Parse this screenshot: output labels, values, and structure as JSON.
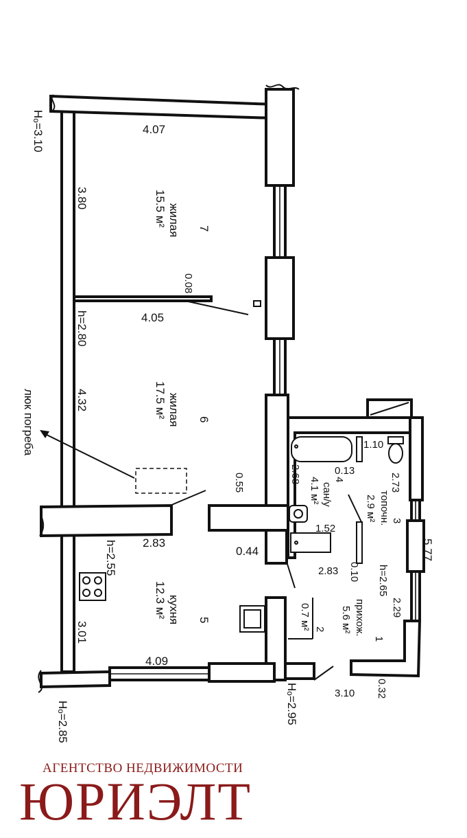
{
  "plan": {
    "rooms": [
      {
        "number": "7",
        "name": "жилая",
        "area": "15.5 м²"
      },
      {
        "number": "6",
        "name": "жилая",
        "area": "17.5 м²"
      },
      {
        "number": "5",
        "name": "кухня",
        "area": "12.3 м²"
      },
      {
        "number": "4",
        "name": "сан/у",
        "area": "4.1 м²"
      },
      {
        "number": "3",
        "name": "топочн.",
        "area": "2.9 м²"
      },
      {
        "number": "2",
        "name": "",
        "area": "0.7 м²"
      },
      {
        "number": "1",
        "name": "прихож.",
        "area": "5.6 м²"
      }
    ],
    "dimensions": {
      "d_407": "4.07",
      "d_380": "3.80",
      "d_008": "0.08",
      "d_405": "4.05",
      "d_432": "4.32",
      "d_055": "0.55",
      "d_283_kitchen": "2.83",
      "d_044": "0.44",
      "d_301": "3.01",
      "d_409": "4.09",
      "d_110": "1.10",
      "d_013": "0.13",
      "d_268": "2.68",
      "d_152": "1.52",
      "d_283_bath": "2.83",
      "d_010": "0.10",
      "d_273": "2.73",
      "d_577": "5.77",
      "d_229": "2.29",
      "d_310": "3.10",
      "d_032": "0.32"
    },
    "heights": {
      "h_room6": "h=2.80",
      "h_kitchen": "h=2.55",
      "h_hall": "h=2.65",
      "h0_top": "Hₒ=3.10",
      "h0_bottom_left": "Hₒ=2.85",
      "h0_bottom": "Hₒ=2.95"
    },
    "annotation_cellar": "люк погреба"
  },
  "branding": {
    "caption": "АГЕНТСТВО НЕДВИЖИМОСТИ",
    "name": "ЮРИЭЛТ",
    "color": "#8b1a1a"
  }
}
